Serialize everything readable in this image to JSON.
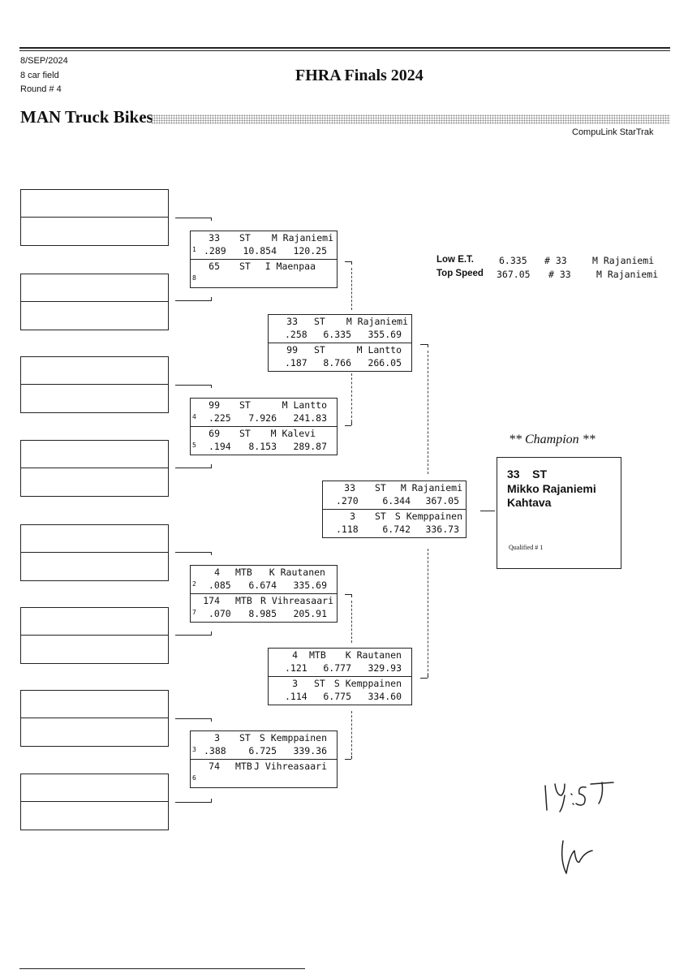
{
  "header": {
    "date": "8/SEP/2024",
    "field": "8 car field",
    "round": "Round # 4",
    "title": "FHRA Finals 2024",
    "class_name": "MAN Truck Bikes",
    "brand": "CompuLink StarTrak"
  },
  "round1": [
    {
      "top": {
        "seed": "1",
        "car": "33",
        "cls": "ST",
        "driver": "M Rajaniemi",
        "rt": ".289",
        "et": "10.854",
        "mph": "120.25"
      },
      "bottom": {
        "seed": "8",
        "car": "65",
        "cls": "ST",
        "driver": "I Maenpaa",
        "rt": "",
        "et": "",
        "mph": ""
      }
    },
    {
      "top": {
        "seed": "4",
        "car": "99",
        "cls": "ST",
        "driver": "M Lantto",
        "rt": ".225",
        "et": "7.926",
        "mph": "241.83"
      },
      "bottom": {
        "seed": "5",
        "car": "69",
        "cls": "ST",
        "driver": "M Kalevi",
        "rt": ".194",
        "et": "8.153",
        "mph": "289.87"
      }
    },
    {
      "top": {
        "seed": "2",
        "car": "4",
        "cls": "MTB",
        "driver": "K Rautanen",
        "rt": ".085",
        "et": "6.674",
        "mph": "335.69"
      },
      "bottom": {
        "seed": "7",
        "car": "174",
        "cls": "MTB",
        "driver": "R Vihreasaari",
        "rt": ".070",
        "et": "8.985",
        "mph": "205.91"
      }
    },
    {
      "top": {
        "seed": "3",
        "car": "3",
        "cls": "ST",
        "driver": "S Kemppainen",
        "rt": ".388",
        "et": "6.725",
        "mph": "339.36"
      },
      "bottom": {
        "seed": "6",
        "car": "74",
        "cls": "MTB",
        "driver": "J Vihreasaari",
        "rt": "",
        "et": "",
        "mph": ""
      }
    }
  ],
  "semis": [
    {
      "top": {
        "car": "33",
        "cls": "ST",
        "driver": "M Rajaniemi",
        "rt": ".258",
        "et": "6.335",
        "mph": "355.69"
      },
      "bottom": {
        "car": "99",
        "cls": "ST",
        "driver": "M Lantto",
        "rt": ".187",
        "et": "8.766",
        "mph": "266.05"
      }
    },
    {
      "top": {
        "car": "4",
        "cls": "MTB",
        "driver": "K Rautanen",
        "rt": ".121",
        "et": "6.777",
        "mph": "329.93"
      },
      "bottom": {
        "car": "3",
        "cls": "ST",
        "driver": "S Kemppainen",
        "rt": ".114",
        "et": "6.775",
        "mph": "334.60"
      }
    }
  ],
  "final": {
    "top": {
      "car": "33",
      "cls": "ST",
      "driver": "M Rajaniemi",
      "rt": ".270",
      "et": "6.344",
      "mph": "367.05"
    },
    "bottom": {
      "car": "3",
      "cls": "ST",
      "driver": "S Kemppainen",
      "rt": ".118",
      "et": "6.742",
      "mph": "336.73"
    }
  },
  "stats": {
    "low_et_label": "Low  E.T.",
    "low_et_value": "6.335",
    "low_et_car": "# 33",
    "low_et_driver": "M Rajaniemi",
    "top_speed_label": "Top Speed",
    "top_speed_value": "367.05",
    "top_speed_car": "# 33",
    "top_speed_driver": "M Rajaniemi"
  },
  "champion": {
    "heading": "** Champion **",
    "car_class": "33    ST",
    "name": "Mikko Rajaniemi",
    "town": "Kahtava",
    "qualified": "Qualified # 1"
  }
}
